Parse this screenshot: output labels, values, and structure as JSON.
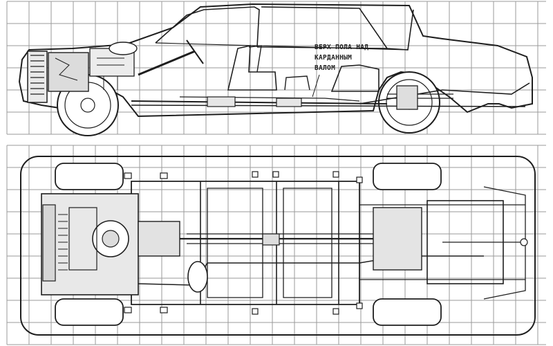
{
  "diagram": {
    "side_view": {
      "annotation_lines": [
        "ВЕРХ ПОЛА НАД",
        "КАРДАННЫМ",
        "ВАЛОМ"
      ]
    }
  },
  "colors": {
    "background": "#ffffff",
    "grid": "#9a9a9a",
    "ink": "#1e1e1e",
    "grey_fill": "#d9d9d9"
  }
}
